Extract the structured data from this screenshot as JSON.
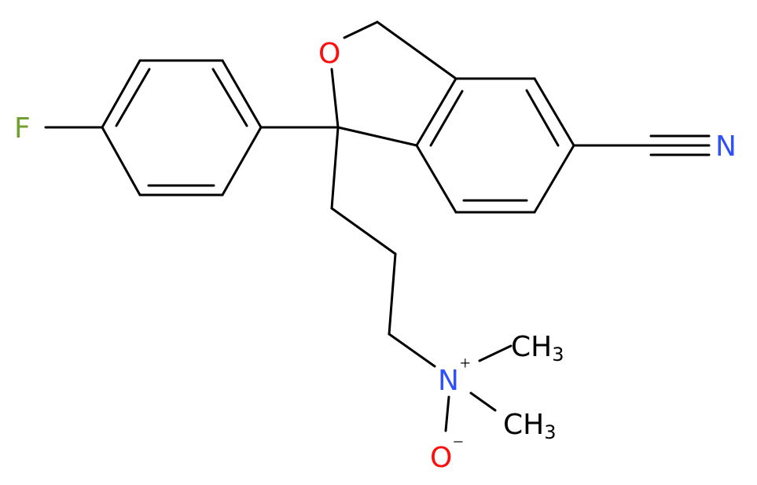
{
  "molecule": {
    "atoms": {
      "fluorine": "F",
      "ring_oxygen": "O",
      "nitrile_nitrogen": "N",
      "methyl_1_main": "CH",
      "methyl_1_sub": "3",
      "methyl_2_main": "CH",
      "methyl_2_sub": "3",
      "amine_nitrogen": "N",
      "amine_charge": "+",
      "oxide_oxygen": "O",
      "oxide_charge": "−"
    },
    "colors": {
      "bond": "#000000",
      "carbon": "#000000",
      "oxygen": "#ff0d0d",
      "nitrogen": "#3050f8",
      "fluorine": "#70a030"
    }
  }
}
